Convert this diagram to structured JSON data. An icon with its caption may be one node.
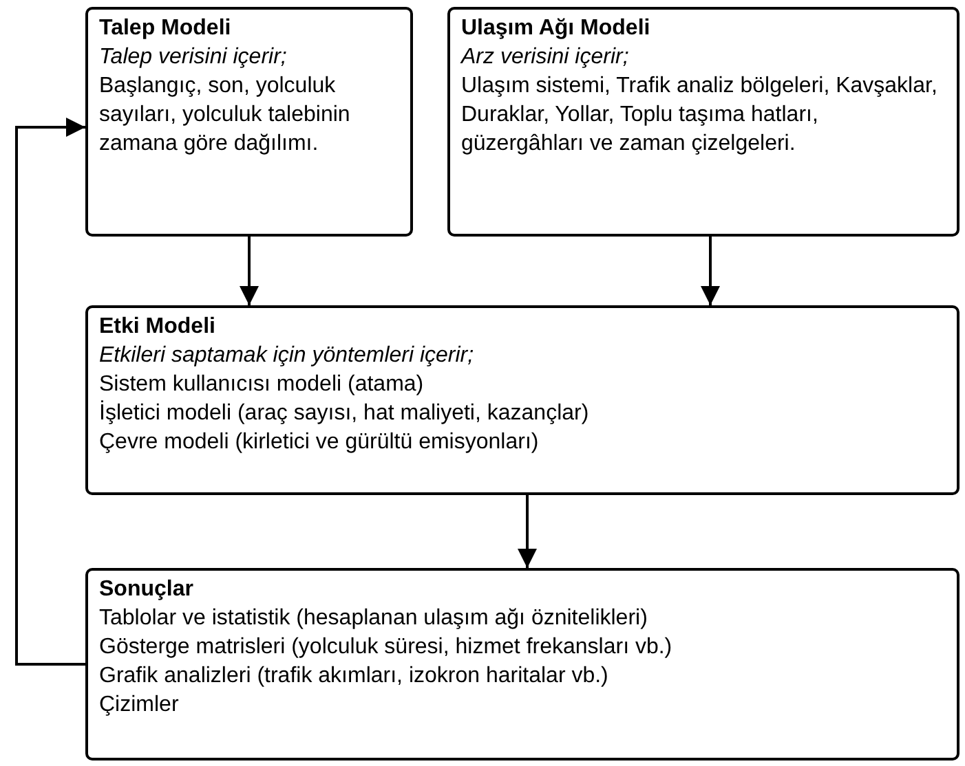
{
  "diagram": {
    "nodes": [
      {
        "text": [
          "Talep Modeli",
          "Talep verisini içerir;",
          "Başlangıç, son, yolculuk sayıları, yolculuk talebinin zamana göre dağılımı."
        ]
      },
      {
        "text": [
          "Ulaşım Ağı Modeli",
          "Arz verisini içerir;",
          "Ulaşım sistemi, Trafik analiz bölgeleri, Kavşaklar, Duraklar, Yollar, Toplu taşıma hatları, güzergâhları ve zaman çizelgeleri."
        ]
      },
      {
        "text": [
          "Etki Modeli",
          "Etkileri saptamak için yöntemleri içerir;",
          "Sistem kullanıcısı modeli (atama)",
          "İşletici modeli (araç sayısı, hat maliyeti, kazançlar)",
          "Çevre modeli (kirletici ve gürültü emisyonları)"
        ]
      },
      {
        "text": [
          "Sonuçlar",
          "Tablolar ve istatistik (hesaplanan ulaşım ağı öznitelikleri)",
          "Gösterge matrisleri (yolculuk süresi, hizmet frekansları vb.)",
          "Grafik analizleri (trafik akımları, izokron haritalar vb.)",
          "Çizimler"
        ]
      }
    ],
    "edges": [
      {
        "from": 0,
        "to": 2,
        "arrow": "to"
      },
      {
        "from": 1,
        "to": 2,
        "arrow": "to"
      },
      {
        "from": 2,
        "to": 3,
        "arrow": "to"
      },
      {
        "from": 3,
        "to": 0,
        "arrow": "to"
      }
    ]
  }
}
